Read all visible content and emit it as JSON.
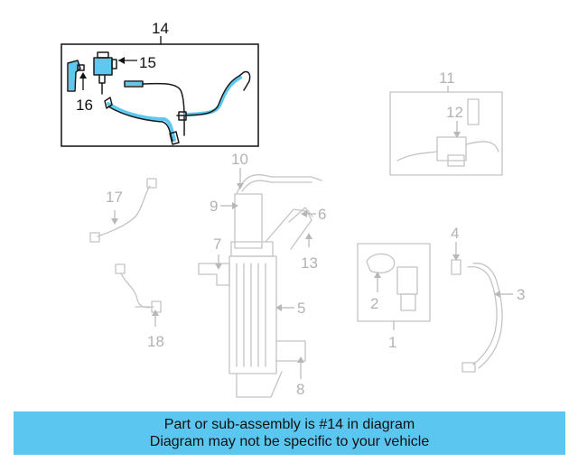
{
  "diagram": {
    "callouts": {
      "c14": "14",
      "c15": "15",
      "c16": "16",
      "c11": "11",
      "c12": "12",
      "c10": "10",
      "c9": "9",
      "c17": "17",
      "c6": "6",
      "c7": "7",
      "c13": "13",
      "c4": "4",
      "c5": "5",
      "c2": "2",
      "c3": "3",
      "c1": "1",
      "c18": "18",
      "c8": "8"
    },
    "highlighted_part": "14",
    "highlight_color": "#5ec8ef",
    "banner_color": "#5bc7f0"
  },
  "banner": {
    "line1": "Part or sub-assembly is #14 in diagram",
    "line2": "Diagram may not be specific to your vehicle"
  }
}
